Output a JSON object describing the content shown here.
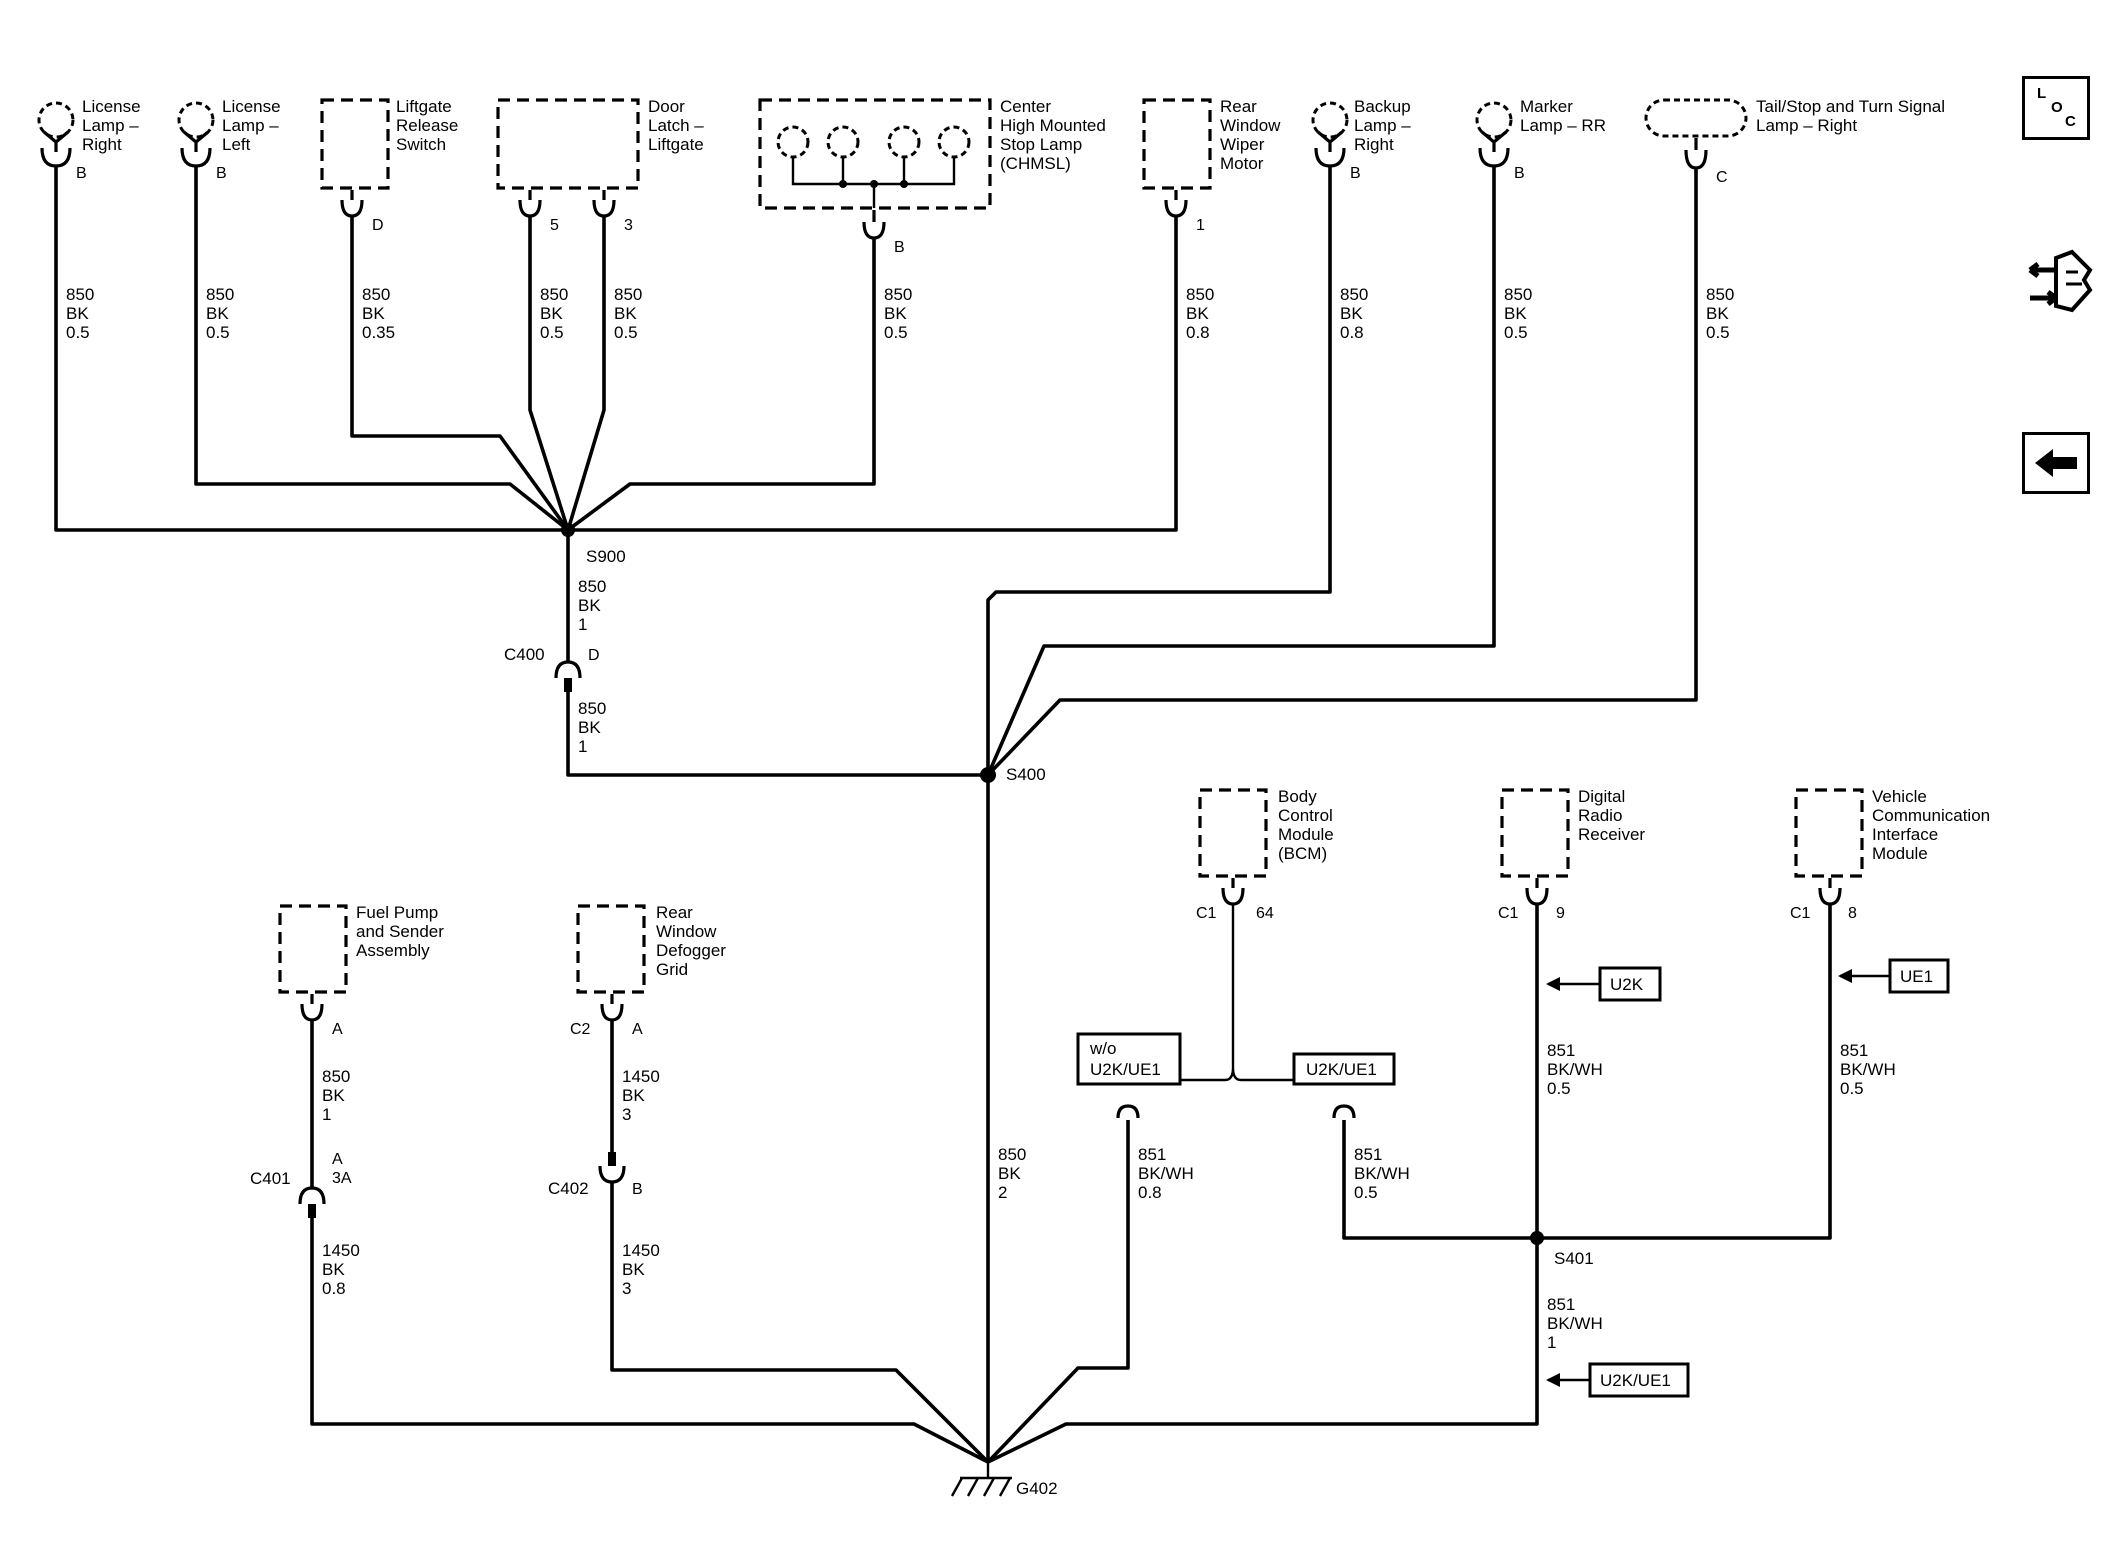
{
  "components": {
    "license_right": [
      "License",
      "Lamp –",
      "Right"
    ],
    "license_left": [
      "License",
      "Lamp –",
      "Left"
    ],
    "liftgate_switch": [
      "Liftgate",
      "Release",
      "Switch"
    ],
    "door_latch": [
      "Door",
      "Latch –",
      "Liftgate"
    ],
    "chmsl": [
      "Center",
      "High Mounted",
      "Stop Lamp",
      "(CHMSL)"
    ],
    "rear_wiper": [
      "Rear",
      "Window",
      "Wiper",
      "Motor"
    ],
    "backup_right": [
      "Backup",
      "Lamp –",
      "Right"
    ],
    "marker_rr": [
      "Marker",
      "Lamp – RR"
    ],
    "tail_right": [
      "Tail/Stop and Turn Signal",
      "Lamp – Right"
    ],
    "bcm": [
      "Body",
      "Control",
      "Module",
      "(BCM)"
    ],
    "radio": [
      "Digital",
      "Radio",
      "Receiver"
    ],
    "vcim": [
      "Vehicle",
      "Communication",
      "Interface",
      "Module"
    ],
    "fuel_pump": [
      "Fuel Pump",
      "and Sender",
      "Assembly"
    ],
    "defogger": [
      "Rear",
      "Window",
      "Defogger",
      "Grid"
    ]
  },
  "pins": {
    "license_right": "B",
    "license_left": "B",
    "liftgate_switch": "D",
    "door_latch_a": "5",
    "door_latch_b": "3",
    "chmsl": "B",
    "rear_wiper": "1",
    "backup_right": "B",
    "marker_rr": "B",
    "tail_right": "C",
    "bcm_conn": "C1",
    "bcm_pin": "64",
    "radio_conn": "C1",
    "radio_pin": "9",
    "vcim_conn": "C1",
    "vcim_pin": "8",
    "fuel_pump": "A",
    "defogger_conn": "C2",
    "defogger_pin": "A",
    "c400_pin": "D",
    "c401_pin_a": "A",
    "c401_pin_b": "3A",
    "c402_pin": "B"
  },
  "wires": {
    "license_right": [
      "850",
      "BK",
      "0.5"
    ],
    "license_left": [
      "850",
      "BK",
      "0.5"
    ],
    "liftgate_switch": [
      "850",
      "BK",
      "0.35"
    ],
    "door_latch_a": [
      "850",
      "BK",
      "0.5"
    ],
    "door_latch_b": [
      "850",
      "BK",
      "0.5"
    ],
    "chmsl": [
      "850",
      "BK",
      "0.5"
    ],
    "rear_wiper": [
      "850",
      "BK",
      "0.8"
    ],
    "backup_right": [
      "850",
      "BK",
      "0.8"
    ],
    "marker_rr": [
      "850",
      "BK",
      "0.5"
    ],
    "tail_right": [
      "850",
      "BK",
      "0.5"
    ],
    "s900_c400": [
      "850",
      "BK",
      "1"
    ],
    "c400_s400": [
      "850",
      "BK",
      "1"
    ],
    "s400_g402": [
      "850",
      "BK",
      "2"
    ],
    "fuel_pump_c401": [
      "850",
      "BK",
      "1"
    ],
    "c401_g402": [
      "1450",
      "BK",
      "0.8"
    ],
    "defogger_c402": [
      "1450",
      "BK",
      "3"
    ],
    "c402_g402": [
      "1450",
      "BK",
      "3"
    ],
    "bcm_without": [
      "851",
      "BK/WH",
      "0.8"
    ],
    "bcm_with": [
      "851",
      "BK/WH",
      "0.5"
    ],
    "radio": [
      "851",
      "BK/WH",
      "0.5"
    ],
    "vcim": [
      "851",
      "BK/WH",
      "0.5"
    ],
    "s401_g402": [
      "851",
      "BK/WH",
      "1"
    ]
  },
  "splices": {
    "s900": "S900",
    "s400": "S400",
    "s401": "S401"
  },
  "connectors": {
    "c400": "C400",
    "c401": "C401",
    "c402": "C402"
  },
  "ground": "G402",
  "options": {
    "without": [
      "w/o",
      "U2K/UE1"
    ],
    "with": "U2K/UE1",
    "radio": "U2K",
    "vcim": "UE1",
    "s401": "U2K/UE1"
  },
  "nav": {
    "loc_letters": [
      "L",
      "O",
      "C"
    ],
    "loc_button": "location-view",
    "connector_button": "connector-view",
    "back_button": "back-arrow"
  }
}
